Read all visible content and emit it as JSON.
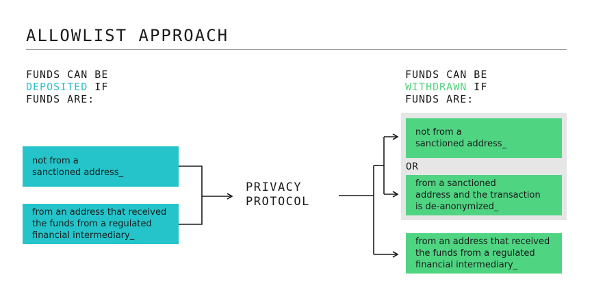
{
  "title": "ALLOWLIST APPROACH",
  "deposit_condition": {
    "line1": "FUNDS CAN BE",
    "highlight": "DEPOSITED",
    "suffix": " IF",
    "line3": "FUNDS ARE:"
  },
  "withdraw_condition": {
    "line1": "FUNDS CAN BE",
    "highlight": "WITHDRAWN",
    "suffix": " IF",
    "line3": "FUNDS ARE:"
  },
  "deposit_options": [
    "not from a\nsanctioned address_",
    "from an address that received\nthe funds from a regulated\nfinancial intermediary_"
  ],
  "center": {
    "line1": "PRIVACY",
    "line2": "PROTOCOL"
  },
  "withdraw_options": {
    "group": [
      "not from a\nsanctioned address_",
      "from a sanctioned\naddress and the transaction\nis de-anonymized_"
    ],
    "or_label": "OR",
    "standalone": "from an address that received\nthe funds from a regulated\nfinancial intermediary_"
  },
  "colors": {
    "deposit_accent": "#24c4ca",
    "withdraw_accent": "#4fd482",
    "group_background": "#e6e6e6",
    "rule": "#9a9a9a"
  }
}
